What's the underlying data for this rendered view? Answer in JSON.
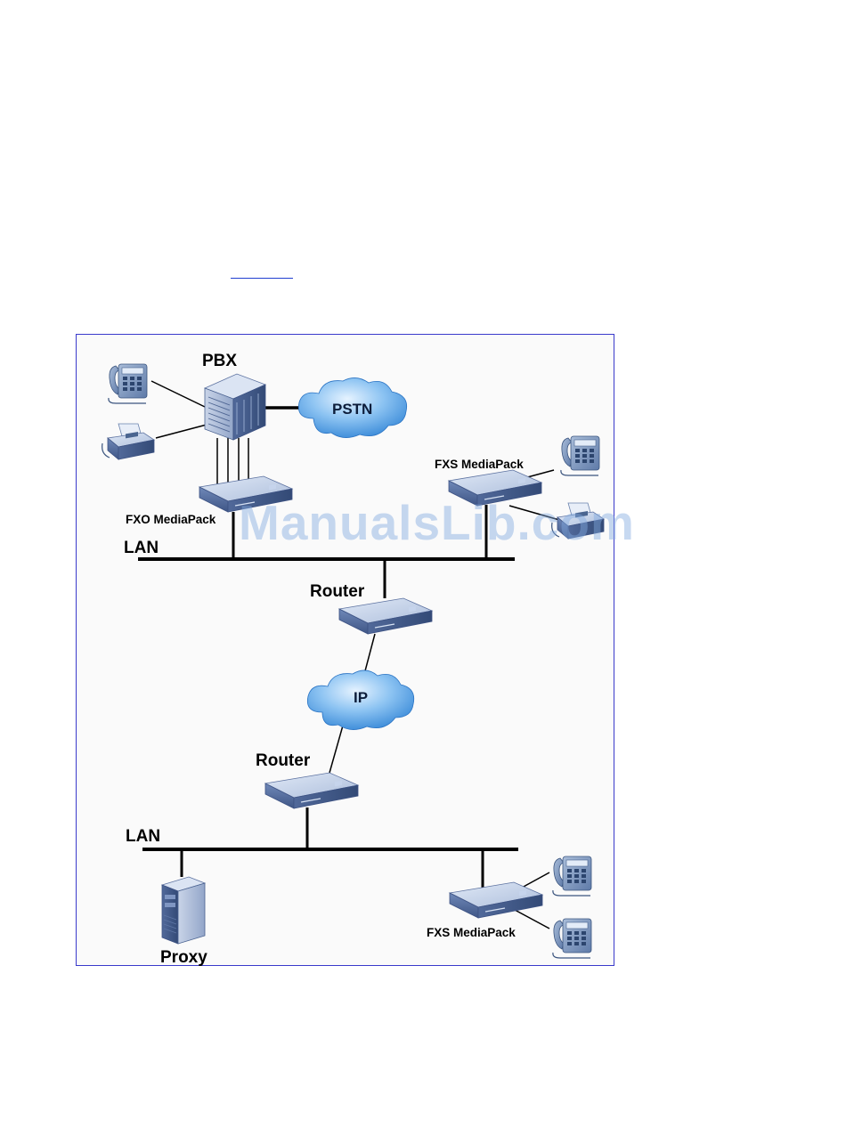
{
  "diagram": {
    "labels": {
      "pbx": "PBX",
      "pstn": "PSTN",
      "fxs_mediapack_top": "FXS MediaPack",
      "fxo_mediapack": "FXO MediaPack",
      "lan_top": "LAN",
      "router_top": "Router",
      "ip": "IP",
      "router_bottom": "Router",
      "lan_bottom": "LAN",
      "fxs_mediapack_bottom": "FXS MediaPack",
      "proxy": "Proxy"
    },
    "colors": {
      "frame": "#3a3acb",
      "link": "#1f3fd0",
      "device": "#9fb4d6",
      "cloud": "#3f8fdc",
      "line": "#000000"
    }
  },
  "watermark": "ManualsLib.com"
}
